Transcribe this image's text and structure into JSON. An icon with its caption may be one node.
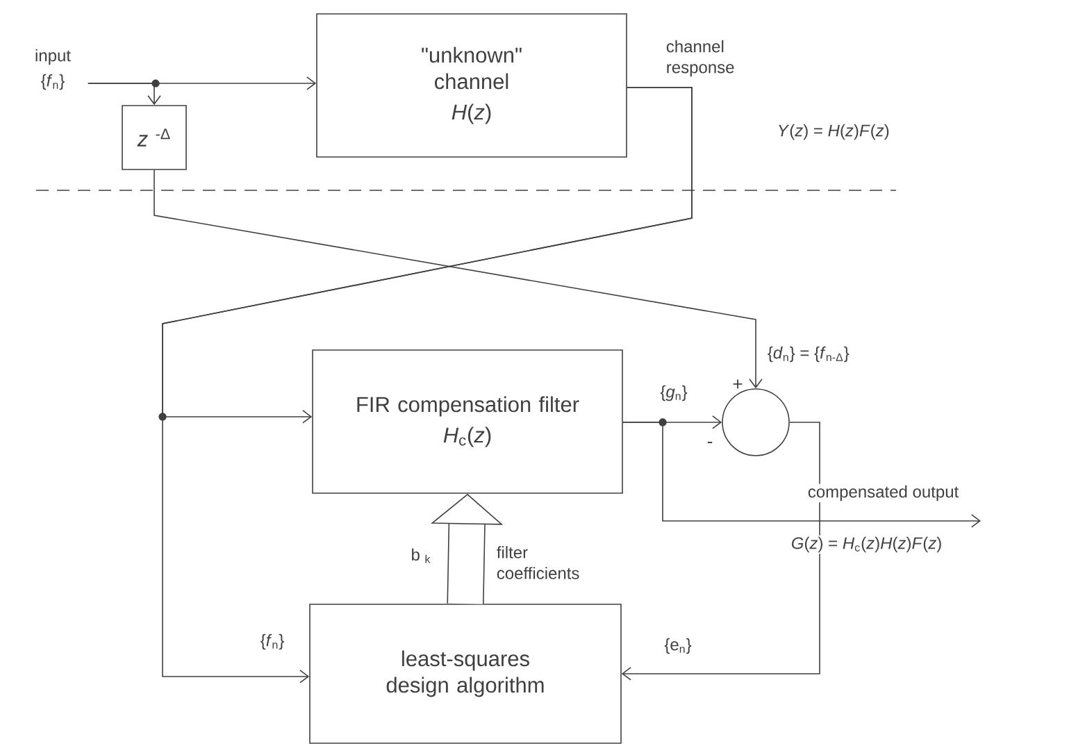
{
  "diagram": {
    "nodes": [
      {
        "text": [
          "input",
          "{*f*$_{n}$}"
        ]
      },
      {
        "text": [
          "*z* $^{-Δ}$"
        ]
      },
      {
        "text": [
          "\"unknown\" channel",
          "*H*(*z*)"
        ]
      },
      {
        "text": [
          "FIR compensation filter",
          "*H*$_{c}$(*z*)"
        ]
      },
      {
        "text": [],
        "shape": "circle",
        "beside": [
          "+",
          "-"
        ]
      },
      {
        "text": [
          "least-squares design algorithm"
        ]
      }
    ],
    "edges": [
      {
        "from": 0,
        "to": 2,
        "arrow": "to"
      },
      {
        "from": 0,
        "to": 1,
        "arrow": "to"
      },
      {
        "from": 1,
        "to": 4,
        "arrow": "to"
      },
      {
        "from": 2,
        "to": 3,
        "arrow": "to"
      },
      {
        "from": 2,
        "to": 5,
        "arrow": "to"
      },
      {
        "from": 3,
        "to": 4,
        "arrow": "to"
      },
      {
        "from": 3,
        "to": null,
        "arrow": "to"
      },
      {
        "from": 4,
        "to": 5,
        "arrow": "to"
      },
      {
        "from": 5,
        "to": 3,
        "arrow": "to",
        "style": "thick"
      }
    ],
    "labels": [
      "channel response",
      "*Y*(*z*) = *H*(*z*)*F*(*z*)",
      "{*d*$_{n}$} = {*f*$_{n-Δ}$}",
      "{*g*$_{n}$}",
      "compensated output",
      "*G*(*z*) = *H*$_{c}$(*z*)*H*(*z*)*F*(*z*)",
      "b $_{k}$",
      "filter coefficients",
      "{*f*$_{n}$}",
      "{e$_{n}$}"
    ]
  }
}
